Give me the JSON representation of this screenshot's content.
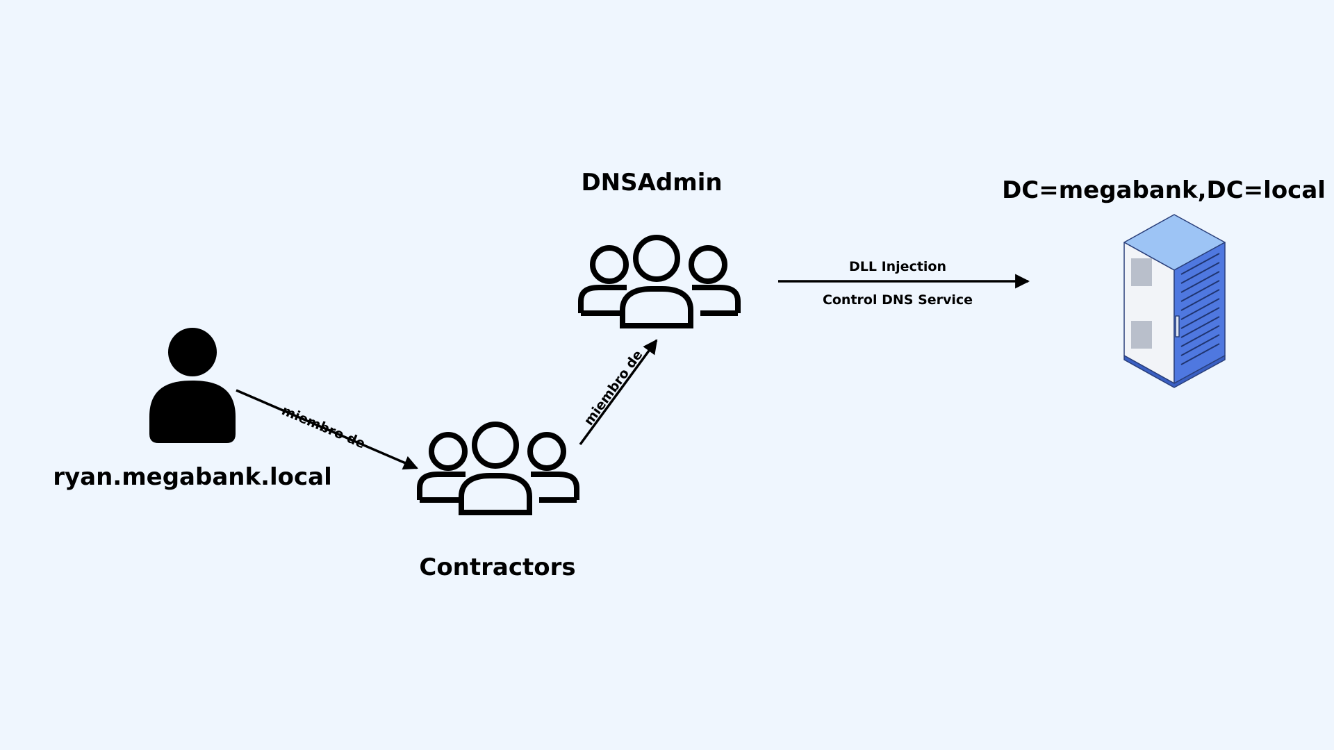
{
  "colors": {
    "background": "#eff6fe",
    "ink": "#000000",
    "server_body": "#f2f4f8",
    "server_front": "#4f78e0",
    "server_top": "#9dc4f5"
  },
  "nodes": {
    "user": {
      "label": "ryan.megabank.local",
      "icon": "user-icon"
    },
    "contractors": {
      "label": "Contractors",
      "icon": "group-icon"
    },
    "dnsadmin": {
      "label": "DNSAdmin",
      "icon": "group-icon"
    },
    "domain": {
      "label": "DC=megabank,DC=local",
      "icon": "server-rack-icon"
    }
  },
  "edges": {
    "user_to_contractors": {
      "label": "miembro de"
    },
    "contractors_to_dnsadmin": {
      "label": "miembro de"
    },
    "dnsadmin_to_domain": {
      "label_top": "DLL Injection",
      "label_bottom": "Control DNS Service"
    }
  }
}
